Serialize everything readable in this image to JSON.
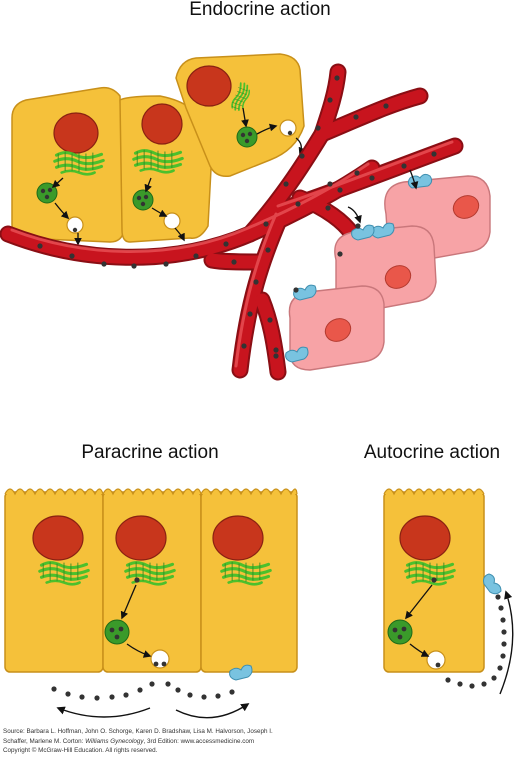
{
  "labels": {
    "endocrine": "Endocrine action",
    "paracrine": "Paracrine action",
    "autocrine": "Autocrine action"
  },
  "credit": {
    "line1": "Source: Barbara L. Hoffman, John O. Schorge, Karen D. Bradshaw, Lisa M. Halvorson, Joseph I.",
    "line2_prefix": "Schaffer, Marlene M. Corton: ",
    "line2_book": "Williams Gynecology",
    "line2_suffix": ", 3rd Edition: www.accessmedicine.com",
    "line3": "Copyright © McGraw-Hill Education. All rights reserved."
  },
  "colors": {
    "cell_fill": "#f5c13a",
    "cell_outline": "#c8901a",
    "nucleus": "#c8361c",
    "golgi": "#4cc02c",
    "vesicle": "#3a9a2a",
    "hormone": "#333333",
    "blood_vessel": "#b8141c",
    "target_cell": "#f7a3a6",
    "target_nucleus": "#e9574a",
    "receptor": "#79c3e0"
  },
  "icons": [
    "secretory-vesicle-icon",
    "hormone-molecule-icon",
    "receptor-icon",
    "arrow-icon"
  ]
}
